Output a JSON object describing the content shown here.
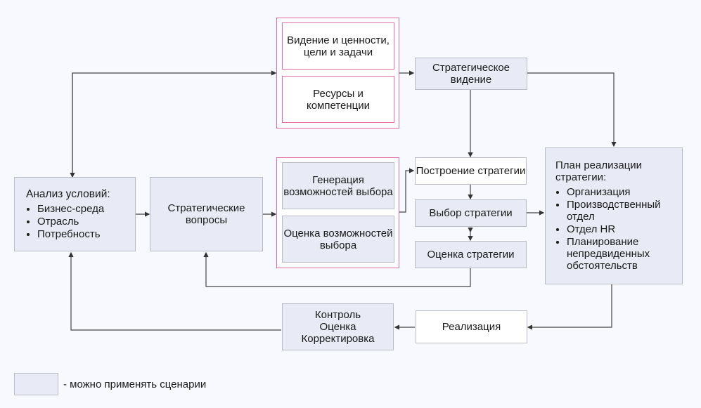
{
  "boxes": {
    "vision_values": "Видение и ценности, цели и задачи",
    "resources": "Ресурсы и компетенции",
    "strategic_vision": "Стратегическое видение",
    "analysis_title": "Анализ условий:",
    "analysis_items": [
      "Бизнес-среда",
      "Отрасль",
      "Потребность"
    ],
    "strategic_questions": "Стратегические вопросы",
    "generation": "Генерация возможностей выбора",
    "evaluation_options": "Оценка возможностей выбора",
    "building": "Построение стратегии",
    "choice": "Выбор стратегии",
    "evaluation_strategy": "Оценка стратегии",
    "plan_title": "План реализации стратегии:",
    "plan_items": [
      "Организация",
      "Производственный отдел",
      "Отдел HR",
      "Планирование непредвиденных обстоятельств"
    ],
    "implementation": "Реализация",
    "control": [
      "Контроль",
      "Оценка",
      "Корректировка"
    ]
  },
  "legend": {
    "label": "- можно применять сценарии"
  },
  "colors": {
    "scenario_fill": "#e8ebf5",
    "group_border": "#e46aa6",
    "line": "#333333"
  }
}
